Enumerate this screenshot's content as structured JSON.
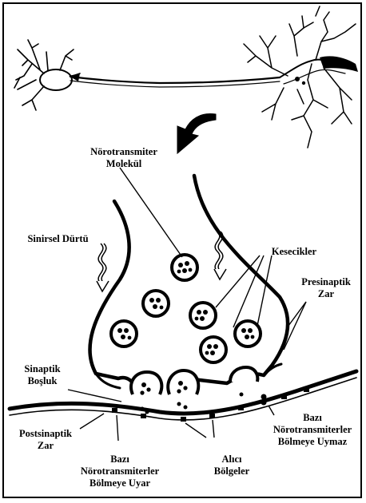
{
  "labels": {
    "neurotransmitter_molecule": [
      "Nörotransmiter",
      "Molekül"
    ],
    "nerve_impulse": "Sinirsel Dürtü",
    "vesicles": "Kesecikler",
    "presynaptic_membrane": [
      "Presinaptik",
      "Zar"
    ],
    "synaptic_cleft": [
      "Sinaptik",
      "Boşluk"
    ],
    "postsynaptic_membrane": [
      "Postsinaptik",
      "Zar"
    ],
    "some_fit_compartment": [
      "Bazı",
      "Nörotransmiterler",
      "Bölmeye Uyar"
    ],
    "receptor_regions": [
      "Alıcı",
      "Bölgeler"
    ],
    "some_do_not_fit": [
      "Bazı",
      "Nörotransmiterler",
      "Bölmeye Uymaz"
    ]
  },
  "colors": {
    "ink": "#000000",
    "paper": "#ffffff"
  }
}
